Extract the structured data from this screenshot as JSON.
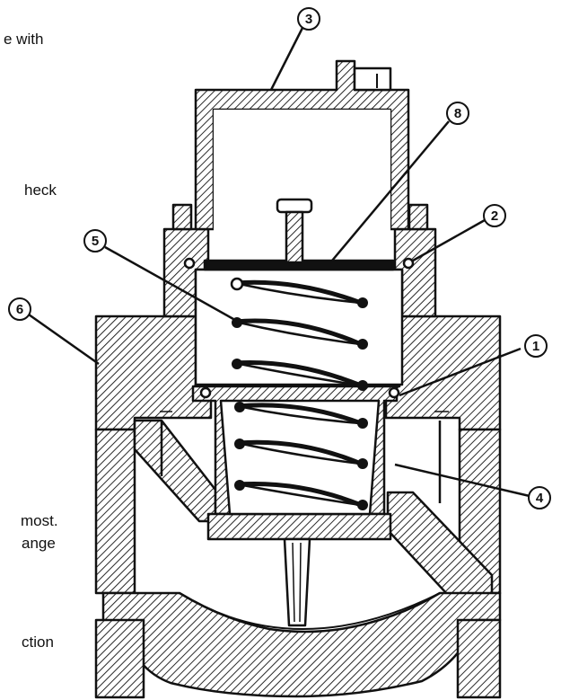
{
  "text_fragments": {
    "line1": "e with",
    "line2": "heck",
    "line3": "most.",
    "line4": "ange",
    "line5": "ction"
  },
  "callouts": {
    "c1": "1",
    "c2": "2",
    "c3": "3",
    "c4": "4",
    "c5": "5",
    "c6": "6",
    "c8": "8"
  },
  "colors": {
    "ink": "#111111",
    "paper": "#ffffff"
  }
}
